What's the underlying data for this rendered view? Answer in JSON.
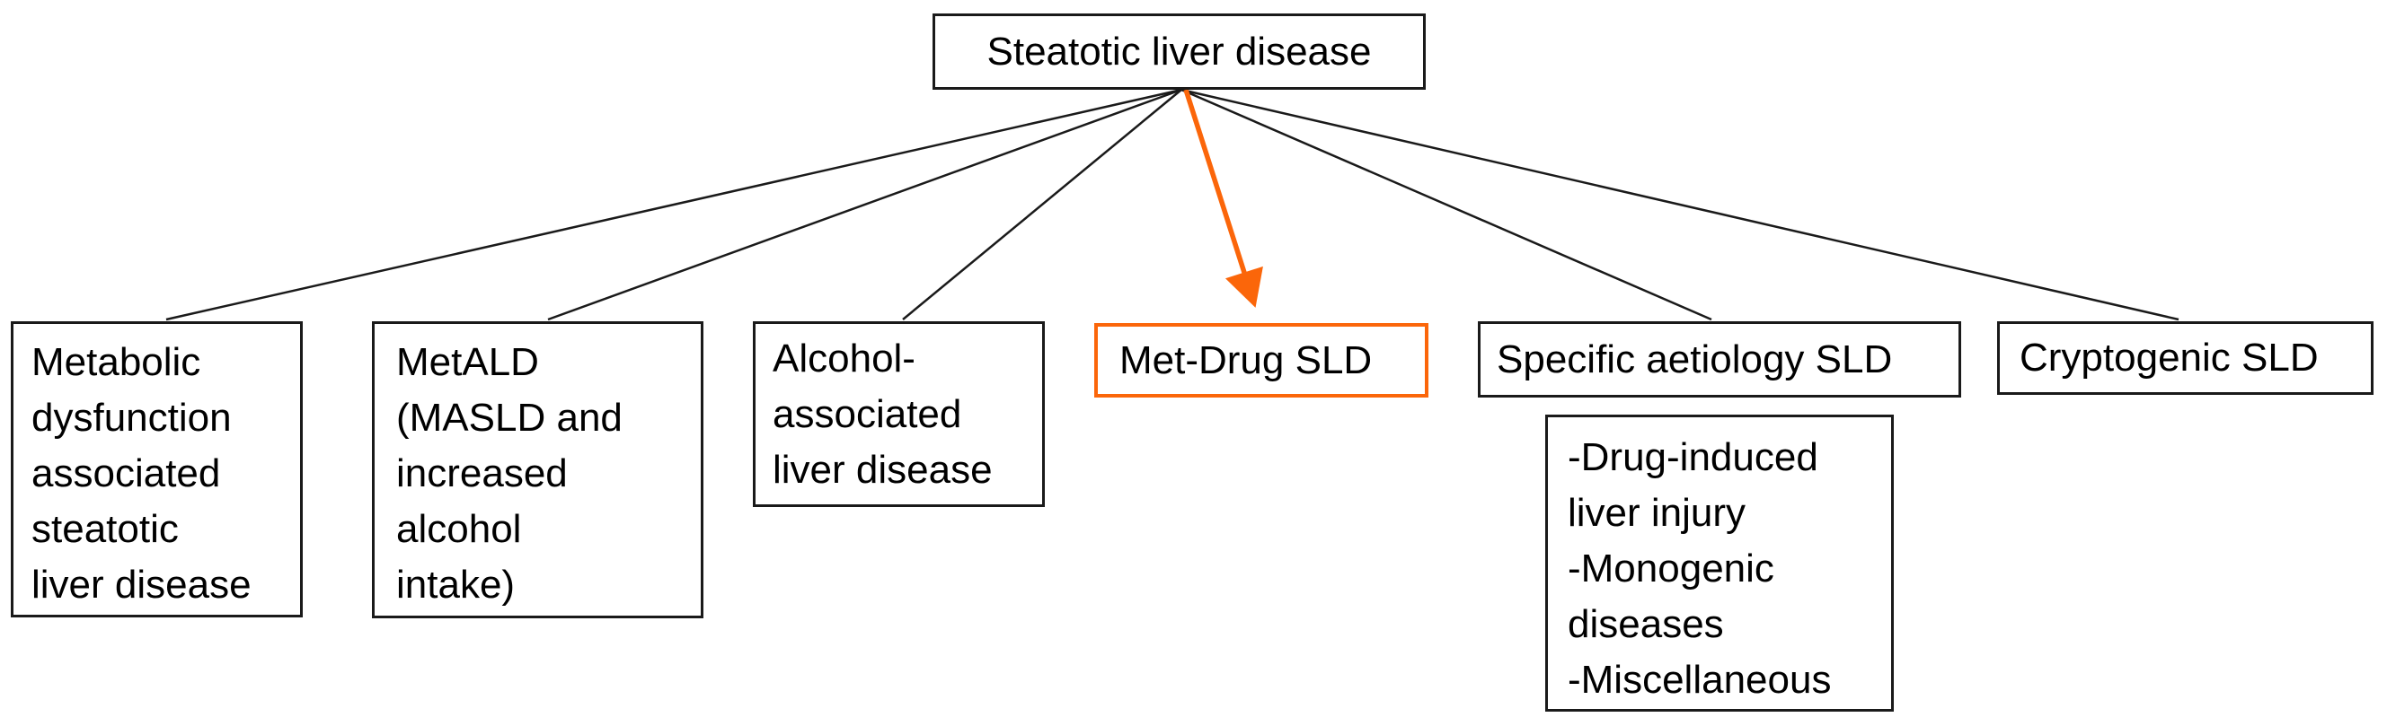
{
  "diagram": {
    "title_node": {
      "label": "Steatotic liver disease"
    },
    "nodes": [
      {
        "id": "masld",
        "label": "Metabolic\ndysfunction\nassociated\nsteatotic\nliver disease",
        "highlighted": false
      },
      {
        "id": "metald",
        "label": "MetALD\n(MASLD and\nincreased\nalcohol\nintake)",
        "highlighted": false
      },
      {
        "id": "ald",
        "label": "Alcohol-\nassociated\nliver disease",
        "highlighted": false
      },
      {
        "id": "met-drug",
        "label": "Met-Drug SLD",
        "highlighted": true
      },
      {
        "id": "specific",
        "label": "Specific aetiology SLD",
        "highlighted": false
      },
      {
        "id": "cryptogenic",
        "label": "Cryptogenic SLD",
        "highlighted": false
      }
    ],
    "specific_sub_node": {
      "label": "-Drug-induced\nliver injury\n-Monogenic\ndiseases\n-Miscellaneous"
    },
    "colors": {
      "background": "#ffffff",
      "text": "#000000",
      "line": "#1a1a1a",
      "accent_orange": "#fb660a"
    }
  }
}
